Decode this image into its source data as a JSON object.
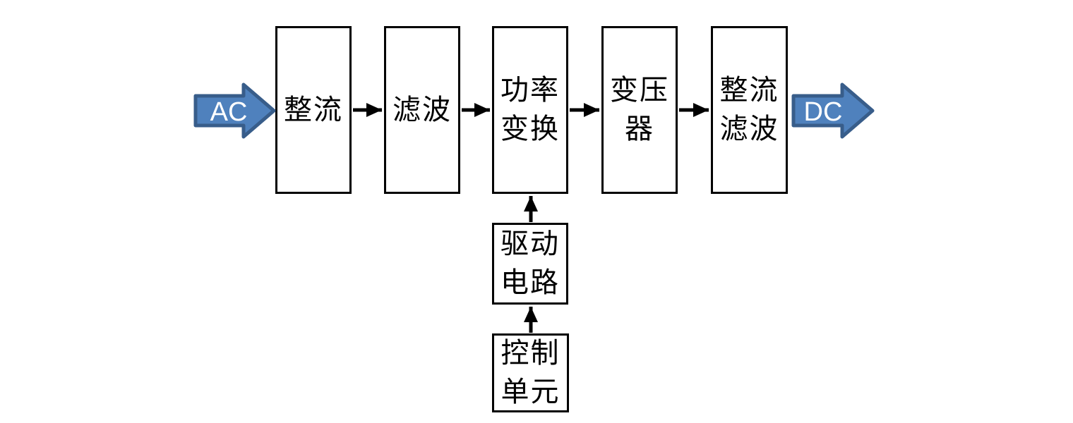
{
  "input_arrow": {
    "label": "AC"
  },
  "output_arrow": {
    "label": "DC"
  },
  "blocks": [
    {
      "id": "rectifier",
      "lines": [
        "整流"
      ]
    },
    {
      "id": "filter",
      "lines": [
        "滤波"
      ]
    },
    {
      "id": "power-conversion",
      "lines": [
        "功率",
        "变换"
      ]
    },
    {
      "id": "transformer",
      "lines": [
        "变压",
        "器"
      ]
    },
    {
      "id": "rectifier-filter",
      "lines": [
        "整流",
        "滤波"
      ]
    },
    {
      "id": "drive-circuit",
      "lines": [
        "驱动",
        "电路"
      ]
    },
    {
      "id": "control-unit",
      "lines": [
        "控制",
        "单元"
      ]
    }
  ],
  "colors": {
    "background": "#ffffff",
    "line": "#000000",
    "box_border": "#000000",
    "arrow_fill": "#4f81bd",
    "arrow_stroke": "#385d8a",
    "arrow_text": "#ffffff"
  }
}
